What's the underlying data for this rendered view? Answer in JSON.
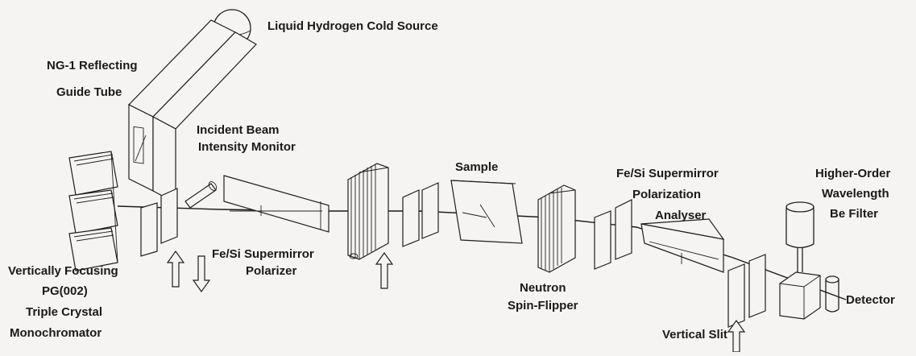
{
  "labels": {
    "cold_source": "Liquid Hydrogen Cold Source",
    "guide_tube_1": "NG-1 Reflecting",
    "guide_tube_2": "Guide Tube",
    "monitor_1": "Incident Beam",
    "monitor_2": "Intensity Monitor",
    "sample": "Sample",
    "polarizer_1": "Fe/Si Supermirror",
    "polarizer_2": "Polarizer",
    "mono_1": "Vertically Focusing",
    "mono_2": "PG(002)",
    "mono_3": "Triple Crystal",
    "mono_4": "Monochromator",
    "flipper_1": "Neutron",
    "flipper_2": "Spin-Flipper",
    "analyser_1": "Fe/Si Supermirror",
    "analyser_2": "Polarization",
    "analyser_3": "Analyser",
    "filter_1": "Higher-Order",
    "filter_2": "Wavelength",
    "filter_3": "Be Filter",
    "slit": "Vertical Slit",
    "detector": "Detector"
  }
}
